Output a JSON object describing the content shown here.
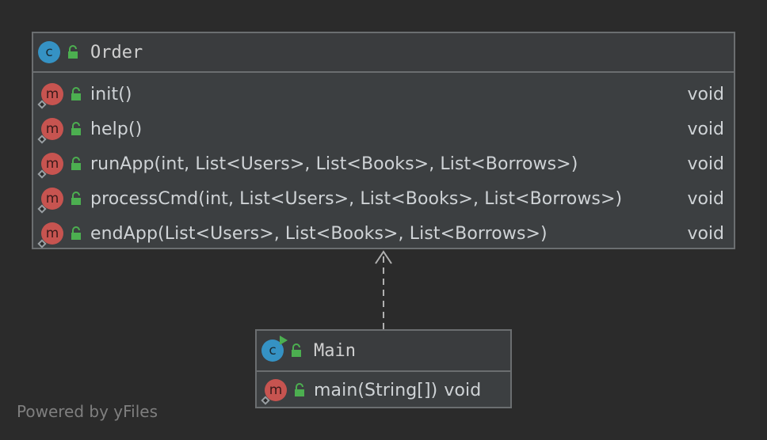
{
  "diagram": {
    "classes": [
      {
        "name": "Order",
        "members": [
          {
            "signature": "init()",
            "type": "void"
          },
          {
            "signature": "help()",
            "type": "void"
          },
          {
            "signature": "runApp(int, List<Users>, List<Books>, List<Borrows>)",
            "type": "void"
          },
          {
            "signature": "processCmd(int, List<Users>, List<Books>, List<Borrows>)",
            "type": "void"
          },
          {
            "signature": "endApp(List<Users>, List<Books>, List<Borrows>)",
            "type": "void"
          }
        ]
      },
      {
        "name": "Main",
        "members": [
          {
            "signature": "main(String[])",
            "type": "void"
          }
        ]
      }
    ],
    "icons": {
      "class_letter": "c",
      "method_letter": "m",
      "class_icon": "class-icon",
      "method_icon": "method-icon",
      "public_icon": "unlocked-icon",
      "runnable_icon": "run-arrow-icon"
    },
    "colors": {
      "background": "#2b2b2b",
      "class_icon": "#3592c4",
      "method_icon": "#c75450",
      "public_lock": "#4caf50",
      "edge": "#b0b0b0"
    }
  },
  "footer": {
    "text": "Powered by yFiles"
  }
}
